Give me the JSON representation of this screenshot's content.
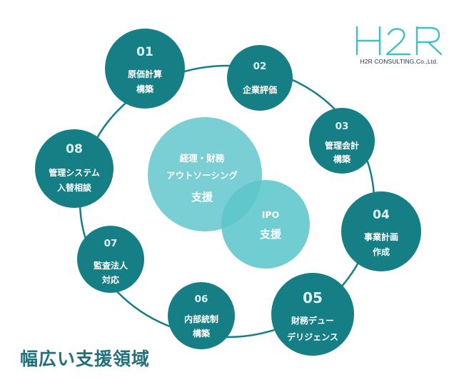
{
  "logo": {
    "mark": "H2R",
    "caption": "H2R CONSULTING.Co.,Ltd."
  },
  "heading": "幅広い支援領域",
  "colors": {
    "node": "#167f86",
    "ring": "#167f86",
    "center_primary": "#79cfd3",
    "center_secondary": "#5cc6cc",
    "center_overlap": "#4cb3ba",
    "heading": "#22707a"
  },
  "center": {
    "primary": {
      "lines": [
        "経理・財務",
        "アウトソーシング",
        "支援"
      ]
    },
    "secondary": {
      "lines": [
        "IPO",
        "支援"
      ]
    }
  },
  "nodes": [
    {
      "num": "01",
      "lines": [
        "原価計算",
        "構築"
      ]
    },
    {
      "num": "02",
      "lines": [
        "企業評価"
      ]
    },
    {
      "num": "03",
      "lines": [
        "管理会計",
        "構築"
      ]
    },
    {
      "num": "04",
      "lines": [
        "事業計画",
        "作成"
      ]
    },
    {
      "num": "05",
      "lines": [
        "財務デュー",
        "デリジェンス"
      ]
    },
    {
      "num": "06",
      "lines": [
        "内部統制",
        "構築"
      ]
    },
    {
      "num": "07",
      "lines": [
        "監査法人",
        "対応"
      ]
    },
    {
      "num": "08",
      "lines": [
        "管理システム",
        "入替相談"
      ]
    }
  ]
}
